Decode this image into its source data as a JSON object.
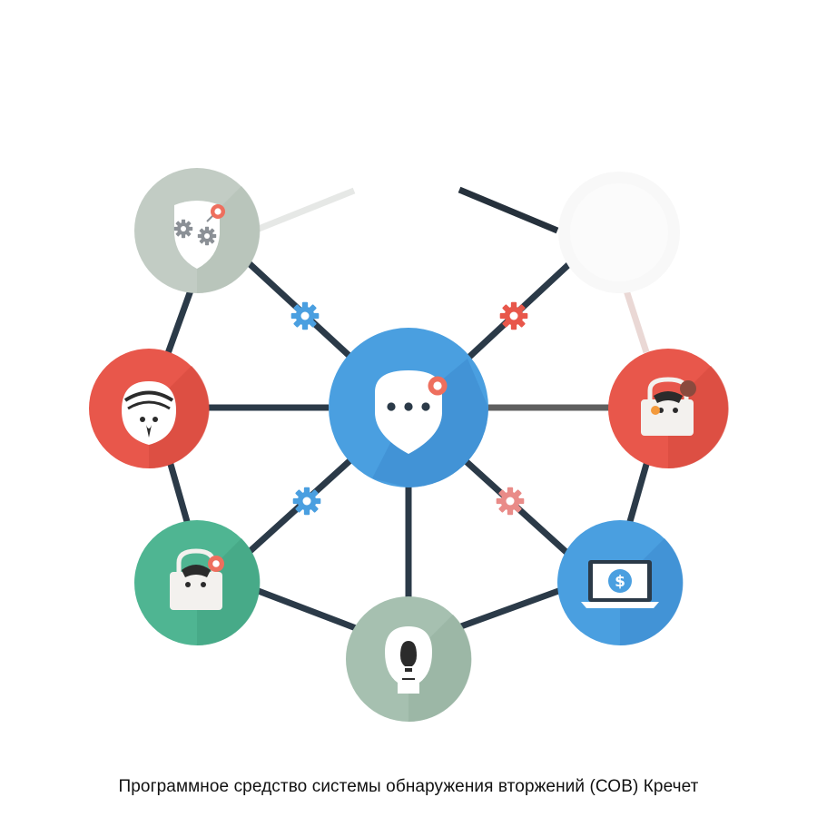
{
  "caption": "Программное средство системы обнаружения вторжений (СОВ) Кречет",
  "colors": {
    "blue": "#4a9fe0",
    "red": "#e8574b",
    "green": "#4fb592",
    "sage": "#a6c0b0",
    "grey": "#c5cdc6",
    "faded": "#f7f7f7",
    "line": "#2b3a48",
    "gear_blue": "#4a9fe0",
    "gear_red": "#e8574b",
    "gear_pink": "#e98b88",
    "badge": "#ee6f5e"
  },
  "nodes": [
    {
      "id": "center",
      "color": "blue",
      "icon": "speech-bubble-icon"
    },
    {
      "id": "top-left",
      "color": "grey",
      "icon": "shield-gears-icon"
    },
    {
      "id": "top-right",
      "color": "faded",
      "icon": "none"
    },
    {
      "id": "mid-left",
      "color": "red",
      "icon": "hooded-face-icon"
    },
    {
      "id": "mid-right",
      "color": "red",
      "icon": "padlock-mask-icon"
    },
    {
      "id": "bottom-left",
      "color": "green",
      "icon": "padlock-mask-icon"
    },
    {
      "id": "bottom-right",
      "color": "blue",
      "icon": "laptop-dollar-icon"
    },
    {
      "id": "bottom",
      "color": "sage",
      "icon": "lightbulb-head-icon"
    }
  ],
  "gears": [
    {
      "id": "gear-center-topleft",
      "color": "gear_blue"
    },
    {
      "id": "gear-center-topright",
      "color": "gear_red"
    },
    {
      "id": "gear-center-bottomleft",
      "color": "gear_blue"
    },
    {
      "id": "gear-center-bottomright",
      "color": "gear_pink"
    }
  ]
}
